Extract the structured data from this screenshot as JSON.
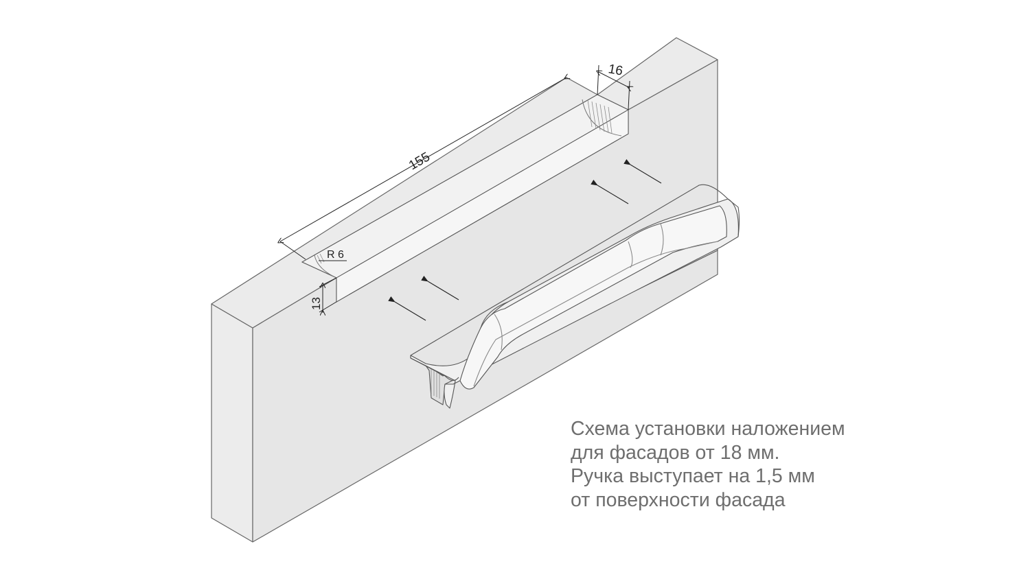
{
  "diagram": {
    "dimensions": {
      "length": "155",
      "width": "16",
      "depth": "13",
      "radius": "R 6"
    }
  },
  "caption": {
    "lines": [
      "Схема установки наложением",
      "для фасадов от 18 мм.",
      "Ручка выступает на 1,5 мм",
      "от поверхности фасада"
    ]
  },
  "colors": {
    "panel_top": "#e9e9e9",
    "panel_front": "#e5e5e5",
    "panel_side": "#ececec",
    "outline": "#555555",
    "caption_text": "#6e6e6e"
  }
}
